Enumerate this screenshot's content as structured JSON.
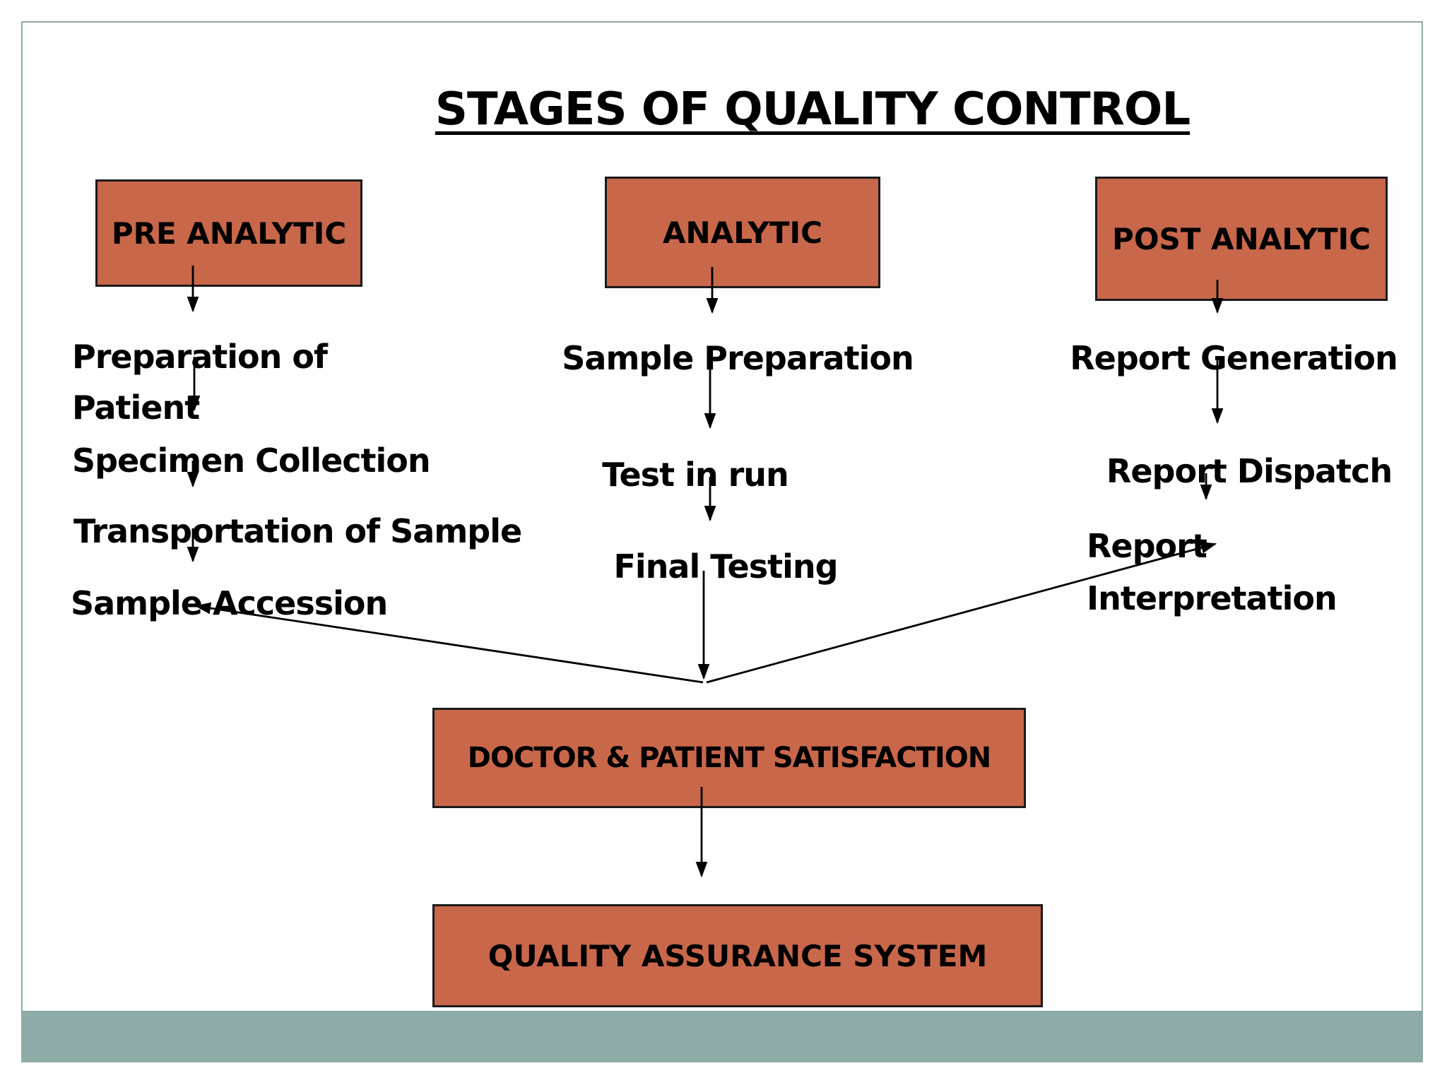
{
  "title": "STAGES OF QUALITY CONTROL",
  "stages": {
    "pre": {
      "header": "PRE ANALYTIC",
      "step1_line1": "Preparation of",
      "step1_line2": "Patient",
      "step2": "Specimen Collection",
      "step3": "Transportation of Sample",
      "step4": "Sample Accession"
    },
    "analytic": {
      "header": "ANALYTIC",
      "step1": "Sample Preparation",
      "step2": "Test in run",
      "step3": "Final Testing"
    },
    "post": {
      "header": "POST ANALYTIC",
      "step1": "Report Generation",
      "step2": "Report Dispatch",
      "step3_line1": "Report",
      "step3_line2": "Interpretation"
    }
  },
  "outcomes": {
    "satisfaction": "DOCTOR & PATIENT SATISFACTION",
    "quality": "QUALITY ASSURANCE SYSTEM"
  },
  "colors": {
    "box_fill": "#C9674B",
    "box_border": "#1A1A1A",
    "footer_band": "#8EABA7",
    "slide_border": "#8EABA7",
    "arrow": "#000000",
    "text": "#000000"
  }
}
